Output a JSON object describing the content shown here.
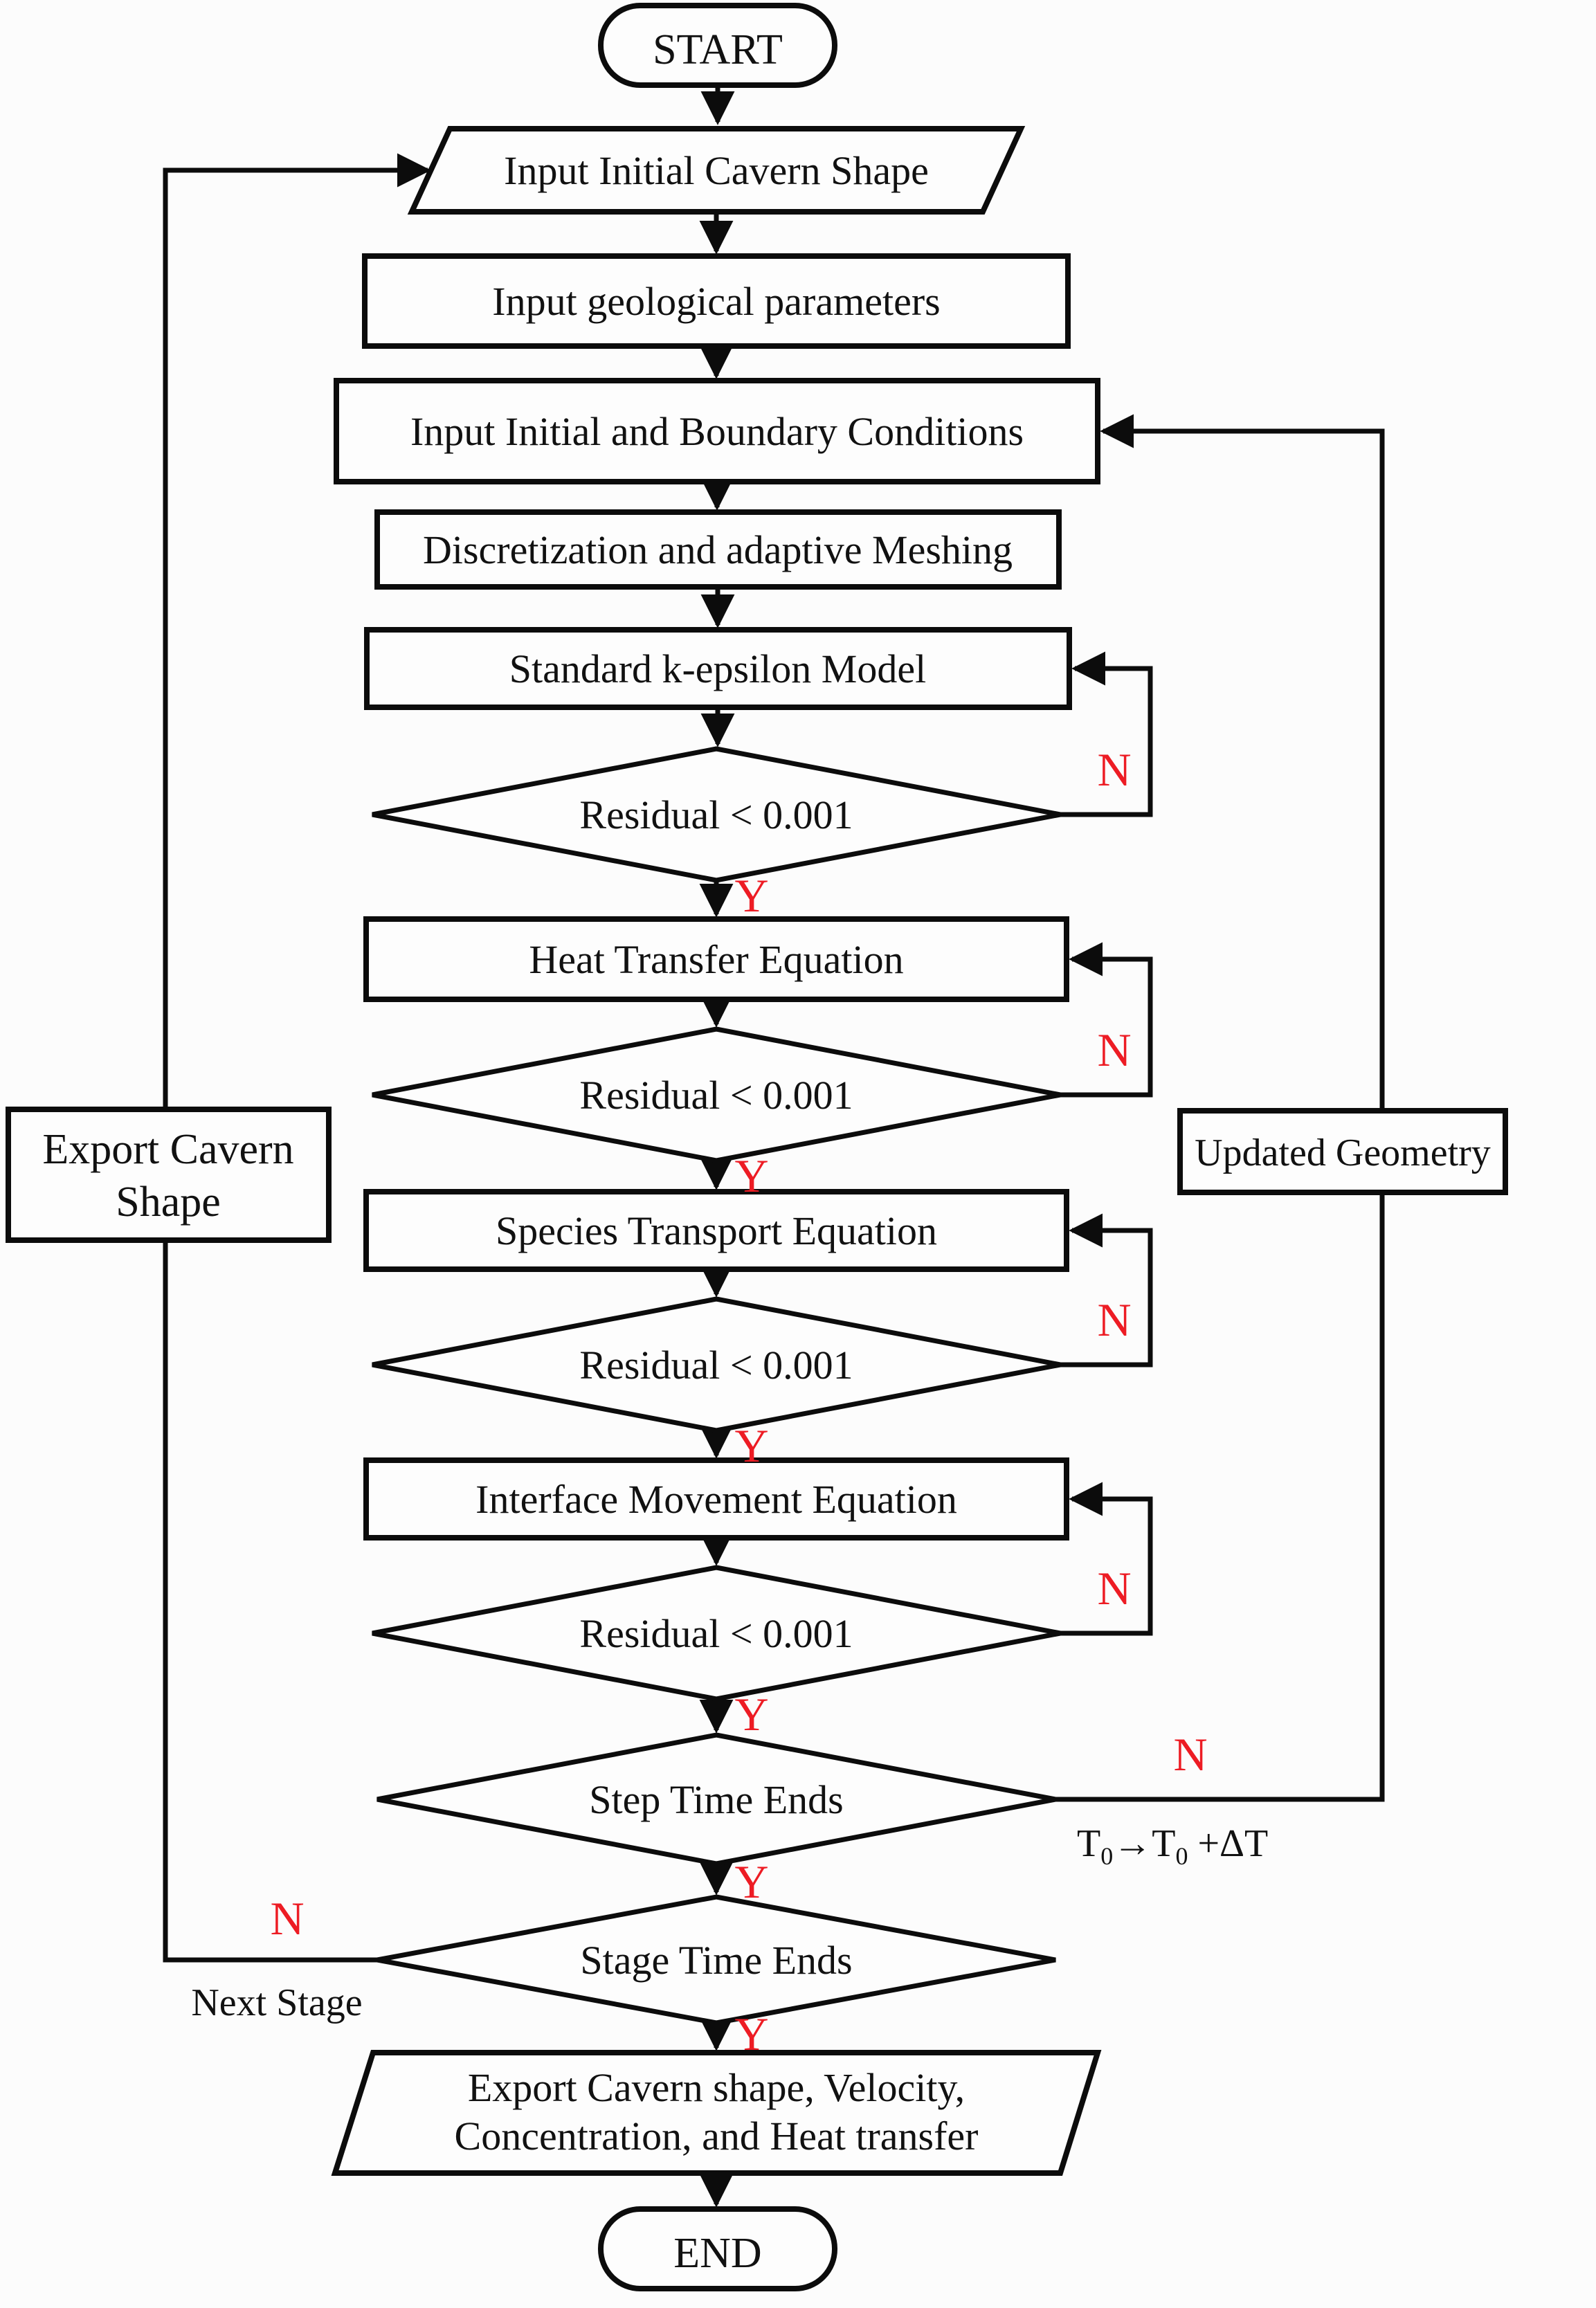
{
  "diagram": {
    "nodes": {
      "start": "START",
      "input_cavern_shape": "Input Initial Cavern Shape",
      "input_geological": "Input geological parameters",
      "input_boundary": "Input Initial and Boundary Conditions",
      "meshing": "Discretization and adaptive Meshing",
      "k_epsilon": "Standard k-epsilon Model",
      "residual_check_1": "Residual < 0.001",
      "heat_transfer": "Heat Transfer Equation",
      "residual_check_2": "Residual < 0.001",
      "species_transport": "Species Transport Equation",
      "residual_check_3": "Residual < 0.001",
      "interface_movement": "Interface Movement Equation",
      "residual_check_4": "Residual < 0.001",
      "step_time_ends": "Step Time Ends",
      "stage_time_ends": "Stage Time Ends",
      "export_results_line1": "Export Cavern shape, Velocity,",
      "export_results_line2": "Concentration, and Heat transfer",
      "end": "END",
      "export_cavern_line1": "Export Cavern",
      "export_cavern_line2": "Shape",
      "updated_geometry": "Updated Geometry"
    },
    "labels": {
      "yes": "Y",
      "no": "N",
      "next_stage": "Next Stage",
      "time_step": {
        "base1": "T",
        "sub1": "0",
        "base2": "→T",
        "sub2": "0",
        "base3": " +ΔT"
      }
    },
    "colors": {
      "ink": "#0c0c0c",
      "decision_label_red": "#ed1c24",
      "background": "#fcfcfc",
      "node_fill": "#fdfdfd"
    }
  }
}
